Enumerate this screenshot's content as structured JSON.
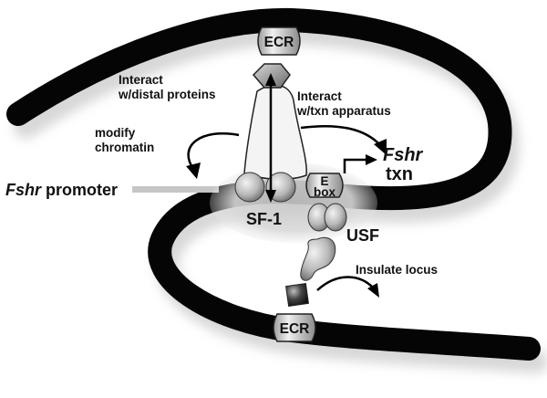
{
  "ecr_top": "ECR",
  "ecr_bottom": "ECR",
  "interact_distal": [
    "Interact",
    "w/distal proteins"
  ],
  "interact_txn": [
    "Interact",
    "w/txn apparatus"
  ],
  "modify": [
    "modify",
    "chromatin"
  ],
  "fshr_txn": [
    "Fshr",
    "txn"
  ],
  "promoter": {
    "gene": "Fshr",
    "suffix": " promoter"
  },
  "ebox": [
    "E",
    "box"
  ],
  "sf1": "SF-1",
  "usf": "USF",
  "insulate": "Insulate locus"
}
